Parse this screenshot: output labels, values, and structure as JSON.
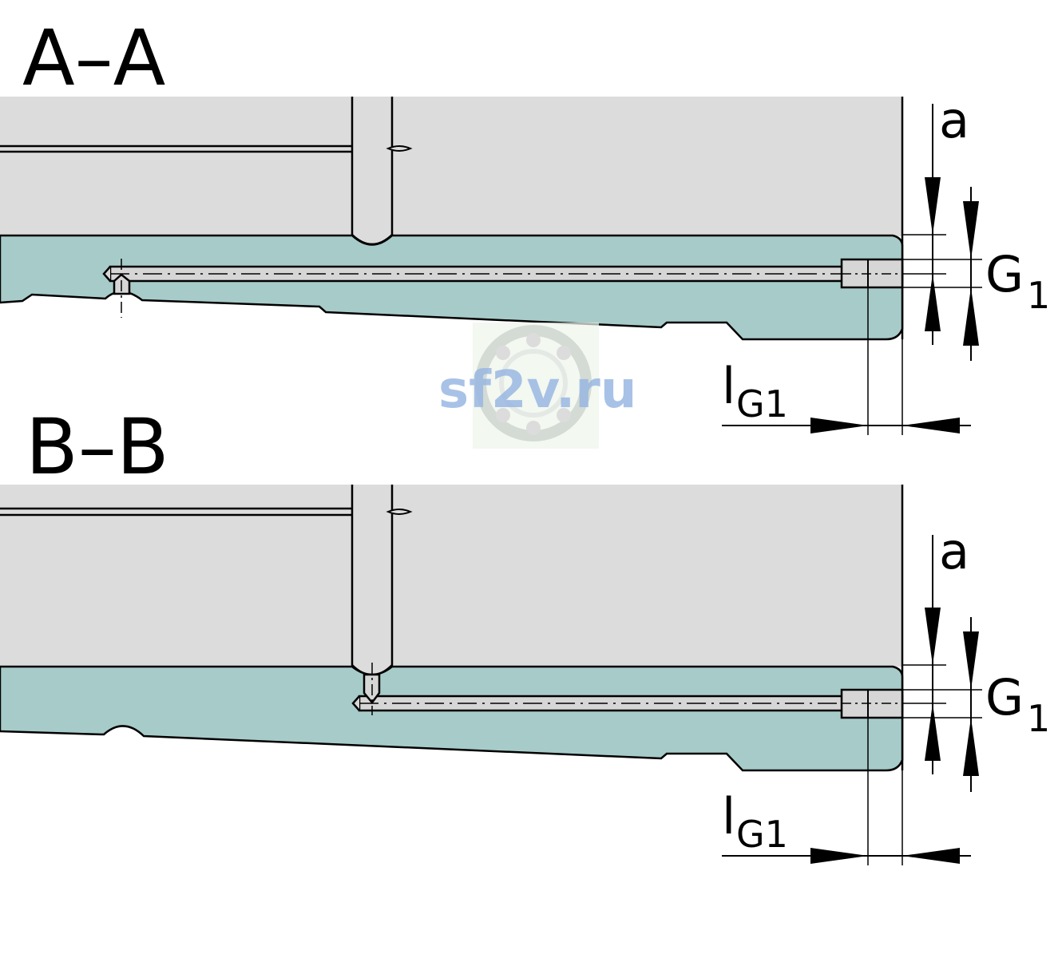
{
  "sections": [
    {
      "id": "A",
      "title": "A–A",
      "labels": {
        "a": "a",
        "g_main": "G",
        "g_sub": "1",
        "l_main": "l",
        "l_sub": "G1"
      }
    },
    {
      "id": "B",
      "title": "B–B",
      "labels": {
        "a": "a",
        "g_main": "G",
        "g_sub": "1",
        "l_main": "l",
        "l_sub": "G1"
      }
    }
  ],
  "watermark": {
    "text": "sf2v.ru"
  },
  "colors": {
    "block_gray": "#dcdcdc",
    "rail_teal": "#a7cbc9",
    "channel": "#d6d6d6",
    "line": "#000000",
    "watermark_text": "#8fb0e0"
  }
}
